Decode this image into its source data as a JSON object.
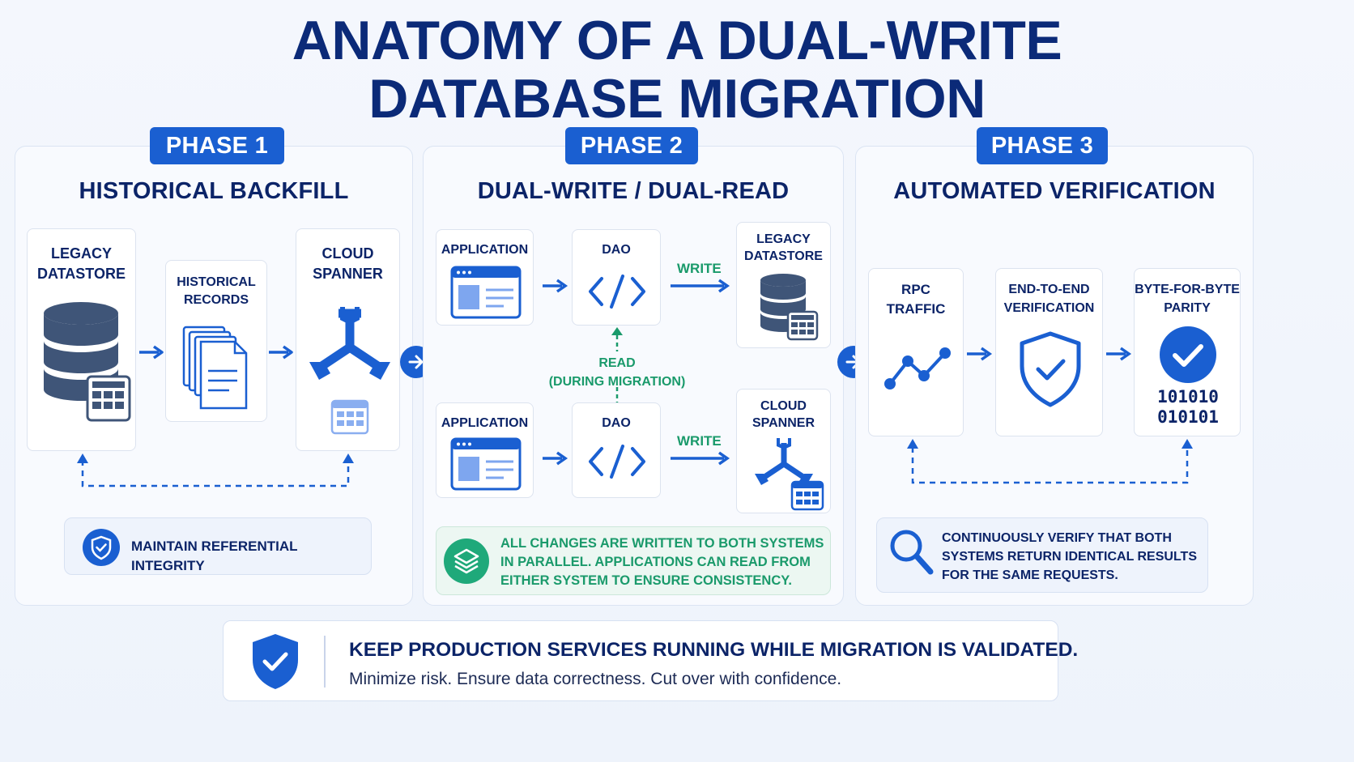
{
  "title": {
    "line1": "ANATOMY OF A DUAL-WRITE",
    "line2": "DATABASE MIGRATION"
  },
  "phase1": {
    "badge": "PHASE 1",
    "title": "HISTORICAL BACKFILL",
    "legacy": {
      "line1": "LEGACY",
      "line2": "DATASTORE"
    },
    "records": {
      "line1": "HISTORICAL",
      "line2": "RECORDS"
    },
    "spanner": {
      "line1": "CLOUD",
      "line2": "SPANNER"
    },
    "note": "MAINTAIN REFERENTIAL INTEGRITY"
  },
  "phase2": {
    "badge": "PHASE 2",
    "title": "DUAL-WRITE / DUAL-READ",
    "app_top": "APPLICATION",
    "dao_top": "DAO",
    "write_top": "WRITE",
    "legacy": {
      "line1": "LEGACY",
      "line2": "DATASTORE"
    },
    "read": {
      "line1": "READ",
      "line2": "(DURING MIGRATION)"
    },
    "app_bottom": "APPLICATION",
    "dao_bottom": "DAO",
    "write_bottom": "WRITE",
    "spanner": {
      "line1": "CLOUD",
      "line2": "SPANNER"
    },
    "note": {
      "line1": "ALL CHANGES ARE WRITTEN TO BOTH SYSTEMS",
      "line2": "IN PARALLEL. APPLICATIONS CAN READ FROM",
      "line3": "EITHER SYSTEM TO ENSURE CONSISTENCY."
    }
  },
  "phase3": {
    "badge": "PHASE 3",
    "title": "AUTOMATED VERIFICATION",
    "rpc": {
      "line1": "RPC",
      "line2": "TRAFFIC"
    },
    "e2e": {
      "line1": "END-TO-END",
      "line2": "VERIFICATION"
    },
    "parity": {
      "line1": "BYTE-FOR-BYTE",
      "line2": "PARITY"
    },
    "binary": {
      "line1": "101010",
      "line2": "010101"
    },
    "note": {
      "line1": "CONTINUOUSLY VERIFY THAT BOTH",
      "line2": "SYSTEMS RETURN IDENTICAL RESULTS",
      "line3": "FOR THE SAME REQUESTS."
    }
  },
  "footer": {
    "headline": "KEEP PRODUCTION SERVICES RUNNING WHILE MIGRATION IS VALIDATED.",
    "subline": "Minimize risk. Ensure data correctness. Cut over with confidence."
  },
  "colors": {
    "accent": "#1a5fd1",
    "navy": "#0c2468",
    "green": "#1a9a6b",
    "db_slate": "#3f5578"
  }
}
